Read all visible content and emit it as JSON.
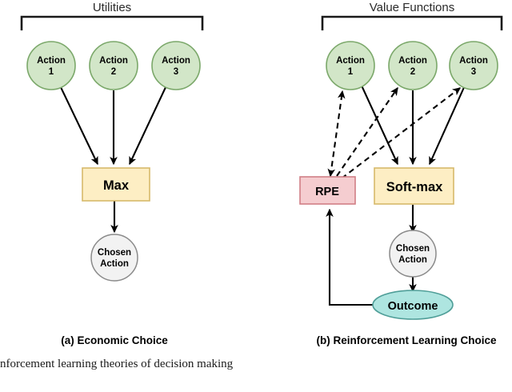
{
  "figure": {
    "panels": [
      {
        "id": "economic-choice",
        "header": "Utilities",
        "caption": "(a) Economic  Choice",
        "nodes": {
          "actions": [
            {
              "line1": "Action",
              "line2": "1"
            },
            {
              "line1": "Action",
              "line2": "2"
            },
            {
              "line1": "Action",
              "line2": "3"
            }
          ],
          "rule": "Max",
          "chosen": {
            "line1": "Chosen",
            "line2": "Action"
          }
        }
      },
      {
        "id": "reinforcement-learning-choice",
        "header": "Value Functions",
        "caption": "(b) Reinforcement Learning Choice",
        "nodes": {
          "actions": [
            {
              "line1": "Action",
              "line2": "1"
            },
            {
              "line1": "Action",
              "line2": "2"
            },
            {
              "line1": "Action",
              "line2": "3"
            }
          ],
          "rule": "Soft-max",
          "error": "RPE",
          "chosen": {
            "line1": "Chosen",
            "line2": "Action"
          },
          "outcome": "Outcome"
        }
      }
    ],
    "body_text": "nforcement learning theories of decision making",
    "colors": {
      "action_fill": "#d2e6c8",
      "action_stroke": "#7ba86a",
      "rule_fill": "#fdeec4",
      "rule_stroke": "#d6b96a",
      "error_fill": "#f5cdd0",
      "error_stroke": "#d07f86",
      "chosen_fill": "#f2f2f2",
      "chosen_stroke": "#8a8a8a",
      "outcome_fill": "#aee5e0",
      "outcome_stroke": "#4f9e98",
      "edge": "#000000",
      "background": "#ffffff"
    }
  }
}
